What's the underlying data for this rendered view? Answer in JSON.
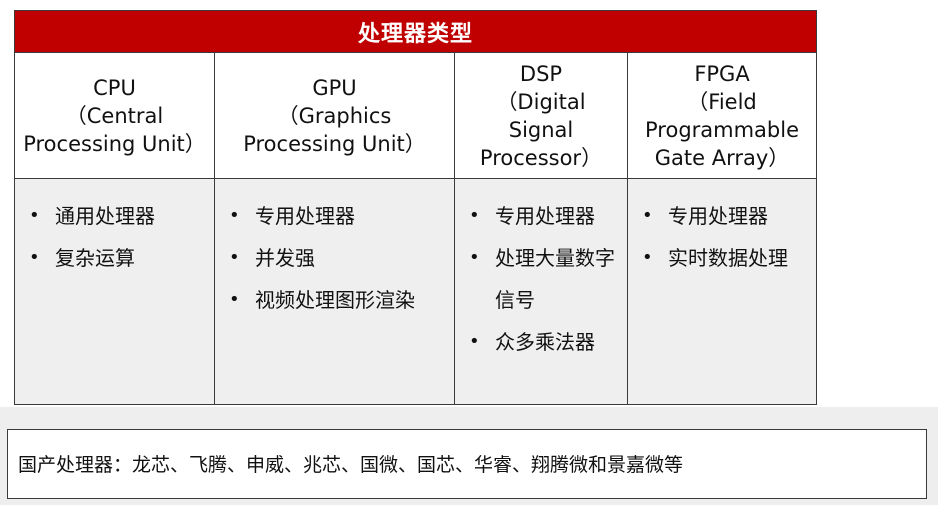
{
  "table": {
    "title": "处理器类型",
    "columns": [
      {
        "name": "CPU",
        "full": "（Central\nProcessing Unit）",
        "features": [
          "通用处理器",
          "复杂运算"
        ]
      },
      {
        "name": "GPU",
        "full": "（Graphics\nProcessing Unit）",
        "features": [
          "专用处理器",
          "并发强",
          "视频处理图形渲染"
        ]
      },
      {
        "name": "DSP",
        "full": "（Digital\nSignal\nProcessor）",
        "features": [
          "专用处理器",
          "处理大量数字信号",
          "众多乘法器"
        ]
      },
      {
        "name": "FPGA",
        "full": "（Field\nProgrammable\nGate Array）",
        "features": [
          "专用处理器",
          "实时数据处理"
        ]
      }
    ]
  },
  "bullet": "•",
  "note": "国产处理器：龙芯、飞腾、申威、兆芯、国微、国芯、华睿、翔腾微和景嘉微等"
}
